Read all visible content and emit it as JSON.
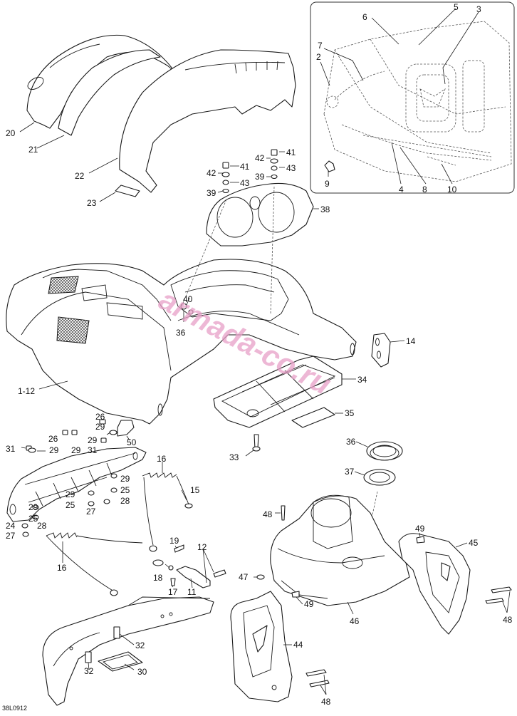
{
  "diagram_code": "38L0912",
  "watermark": "armada-co.ru",
  "callouts": [
    {
      "id": "c2",
      "label": "2"
    },
    {
      "id": "c3",
      "label": "3"
    },
    {
      "id": "c4",
      "label": "4"
    },
    {
      "id": "c5",
      "label": "5"
    },
    {
      "id": "c6",
      "label": "6"
    },
    {
      "id": "c7",
      "label": "7"
    },
    {
      "id": "c8",
      "label": "8"
    },
    {
      "id": "c9",
      "label": "9"
    },
    {
      "id": "c10",
      "label": "10"
    },
    {
      "id": "c11",
      "label": "11"
    },
    {
      "id": "c12",
      "label": "12"
    },
    {
      "id": "c14",
      "label": "14"
    },
    {
      "id": "c15",
      "label": "15"
    },
    {
      "id": "c16a",
      "label": "16"
    },
    {
      "id": "c16b",
      "label": "16"
    },
    {
      "id": "c17",
      "label": "17"
    },
    {
      "id": "c18",
      "label": "18"
    },
    {
      "id": "c19",
      "label": "19"
    },
    {
      "id": "c20",
      "label": "20"
    },
    {
      "id": "c21",
      "label": "21"
    },
    {
      "id": "c22",
      "label": "22"
    },
    {
      "id": "c23",
      "label": "23"
    },
    {
      "id": "c1_12",
      "label": "1-12"
    },
    {
      "id": "c24",
      "label": "24"
    },
    {
      "id": "c25a",
      "label": "25"
    },
    {
      "id": "c25b",
      "label": "25"
    },
    {
      "id": "c25c",
      "label": "25"
    },
    {
      "id": "c26a",
      "label": "26"
    },
    {
      "id": "c26b",
      "label": "26"
    },
    {
      "id": "c27a",
      "label": "27"
    },
    {
      "id": "c27b",
      "label": "27"
    },
    {
      "id": "c28a",
      "label": "28"
    },
    {
      "id": "c28b",
      "label": "28"
    },
    {
      "id": "c29a",
      "label": "29"
    },
    {
      "id": "c29b",
      "label": "29"
    },
    {
      "id": "c29c",
      "label": "29"
    },
    {
      "id": "c29d",
      "label": "29"
    },
    {
      "id": "c29e",
      "label": "29"
    },
    {
      "id": "c29f",
      "label": "29"
    },
    {
      "id": "c29g",
      "label": "29"
    },
    {
      "id": "c30",
      "label": "30"
    },
    {
      "id": "c31a",
      "label": "31"
    },
    {
      "id": "c31b",
      "label": "31"
    },
    {
      "id": "c32a",
      "label": "32"
    },
    {
      "id": "c32b",
      "label": "32"
    },
    {
      "id": "c33",
      "label": "33"
    },
    {
      "id": "c34",
      "label": "34"
    },
    {
      "id": "c35",
      "label": "35"
    },
    {
      "id": "c36a",
      "label": "36"
    },
    {
      "id": "c36b",
      "label": "36"
    },
    {
      "id": "c37",
      "label": "37"
    },
    {
      "id": "c38",
      "label": "38"
    },
    {
      "id": "c39a",
      "label": "39"
    },
    {
      "id": "c39b",
      "label": "39"
    },
    {
      "id": "c40",
      "label": "40"
    },
    {
      "id": "c41a",
      "label": "41"
    },
    {
      "id": "c41b",
      "label": "41"
    },
    {
      "id": "c42a",
      "label": "42"
    },
    {
      "id": "c42b",
      "label": "42"
    },
    {
      "id": "c43a",
      "label": "43"
    },
    {
      "id": "c43b",
      "label": "43"
    },
    {
      "id": "c44",
      "label": "44"
    },
    {
      "id": "c45",
      "label": "45"
    },
    {
      "id": "c46",
      "label": "46"
    },
    {
      "id": "c47",
      "label": "47"
    },
    {
      "id": "c48a",
      "label": "48"
    },
    {
      "id": "c48b",
      "label": "48"
    },
    {
      "id": "c48c",
      "label": "48"
    },
    {
      "id": "c49a",
      "label": "49"
    },
    {
      "id": "c49b",
      "label": "49"
    },
    {
      "id": "c50",
      "label": "50"
    }
  ]
}
